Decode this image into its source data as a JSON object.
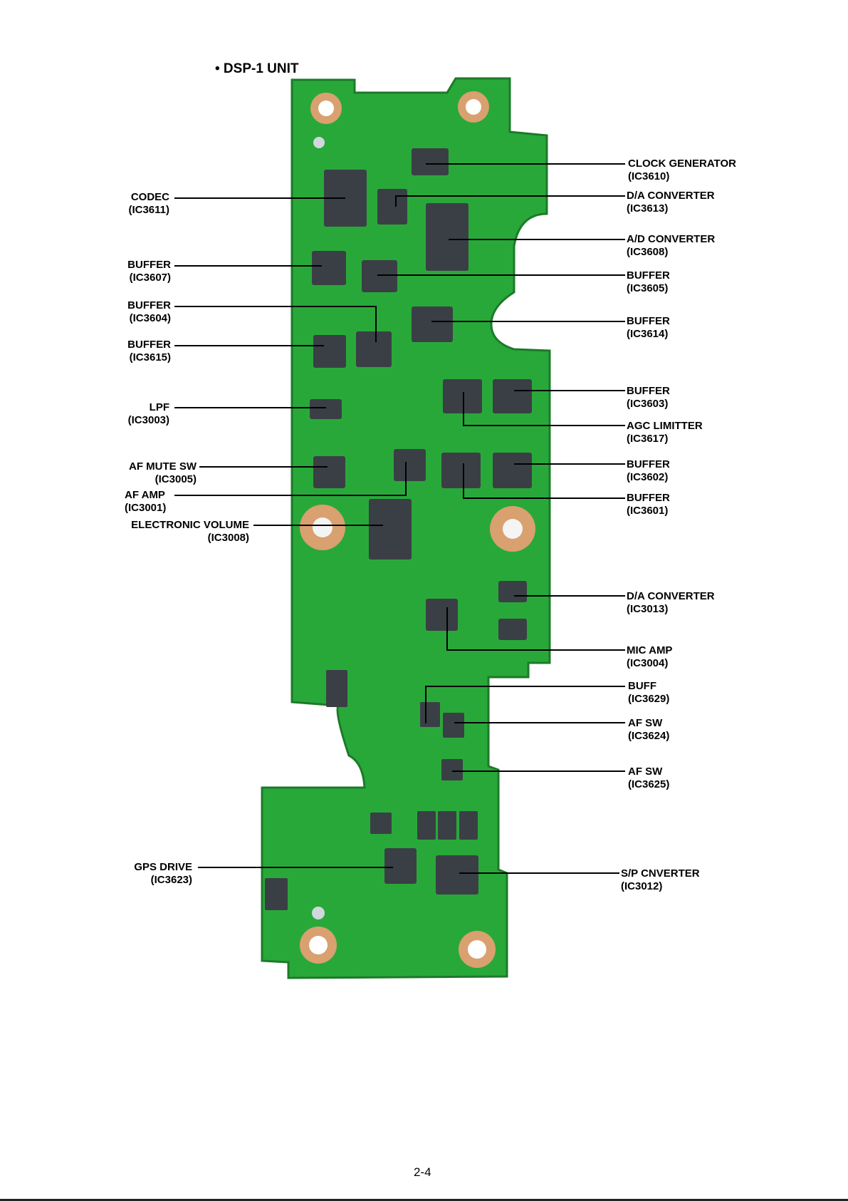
{
  "title": "• DSP-1 UNIT",
  "page_number": "2-4",
  "callouts": {
    "left": [
      {
        "name": "CODEC",
        "ref": "(IC3611)"
      },
      {
        "name": "BUFFER",
        "ref": "(IC3607)"
      },
      {
        "name": "BUFFER",
        "ref": "(IC3604)"
      },
      {
        "name": "BUFFER",
        "ref": "(IC3615)"
      },
      {
        "name": "LPF",
        "ref": "(IC3003)"
      },
      {
        "name": "AF MUTE SW",
        "ref": "(IC3005)"
      },
      {
        "name": "AF AMP",
        "ref": "(IC3001)"
      },
      {
        "name": "ELECTRONIC VOLUME",
        "ref": "(IC3008)"
      },
      {
        "name": "GPS DRIVE",
        "ref": "(IC3623)"
      }
    ],
    "right": [
      {
        "name": "CLOCK GENERATOR",
        "ref": "(IC3610)"
      },
      {
        "name": "D/A CONVERTER",
        "ref": "(IC3613)"
      },
      {
        "name": "A/D CONVERTER",
        "ref": "(IC3608)"
      },
      {
        "name": "BUFFER",
        "ref": "(IC3605)"
      },
      {
        "name": "BUFFER",
        "ref": "(IC3614)"
      },
      {
        "name": "BUFFER",
        "ref": "(IC3603)"
      },
      {
        "name": "AGC LIMITTER",
        "ref": "(IC3617)"
      },
      {
        "name": "BUFFER",
        "ref": "(IC3602)"
      },
      {
        "name": "BUFFER",
        "ref": "(IC3601)"
      },
      {
        "name": "D/A CONVERTER",
        "ref": "(IC3013)"
      },
      {
        "name": "MIC AMP",
        "ref": "(IC3004)"
      },
      {
        "name": "BUFF",
        "ref": "(IC3629)"
      },
      {
        "name": "AF SW",
        "ref": "(IC3624)"
      },
      {
        "name": "AF SW",
        "ref": "(IC3625)"
      },
      {
        "name": "S/P CNVERTER",
        "ref": "(IC3012)"
      }
    ]
  },
  "colors": {
    "board": "#29a83a",
    "board_dark": "#1e8a2c",
    "pad": "#d9a070",
    "chip": "#3a3f45",
    "leader": "#000000"
  }
}
